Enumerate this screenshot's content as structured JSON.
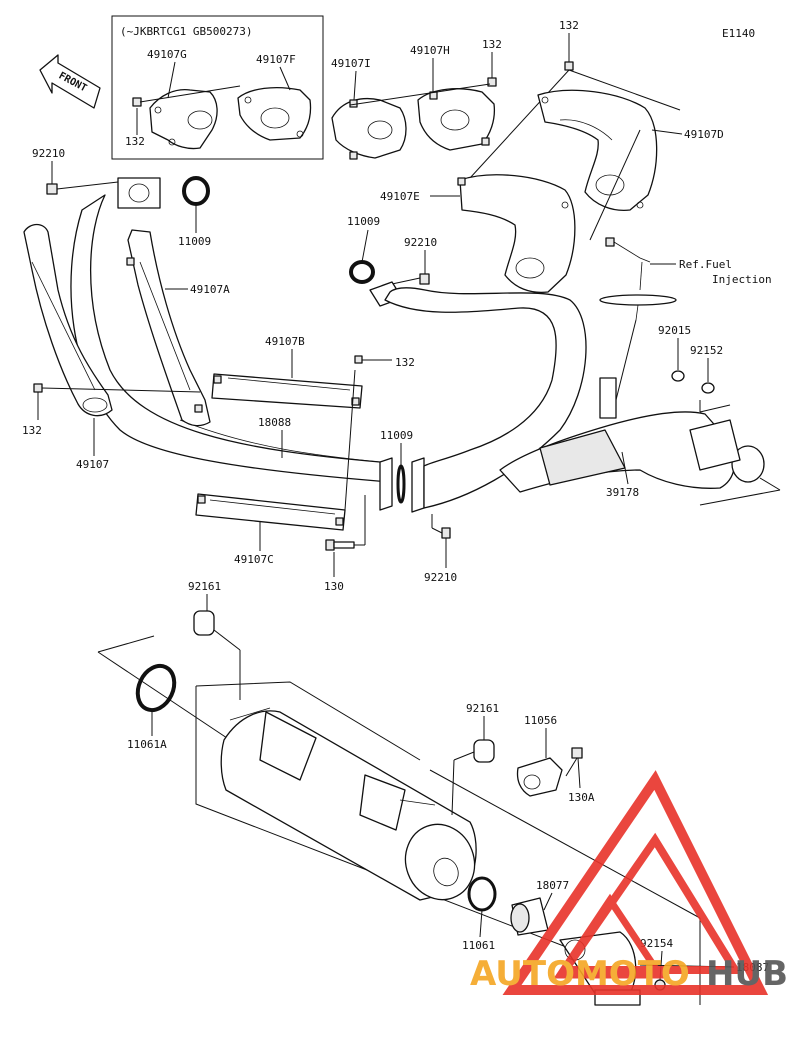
{
  "diagram": {
    "code": "E1140",
    "variant_note": "(~JKBRTCG1 GB500273)",
    "front_label": "FRONT",
    "ref_line1": "Ref.Fuel",
    "ref_line2": "Injection"
  },
  "labels": {
    "p49107G": "49107G",
    "p49107F": "49107F",
    "p132_inset": "132",
    "p49107I": "49107I",
    "p49107H": "49107H",
    "p132_h": "132",
    "p132_top": "132",
    "p49107D": "49107D",
    "p92210_tl": "92210",
    "p11009_tl": "11009",
    "p49107E": "49107E",
    "p11009_mid": "11009",
    "p92210_mid": "92210",
    "p49107A": "49107A",
    "p49107B": "49107B",
    "p132_b": "132",
    "p92015": "92015",
    "p92152": "92152",
    "p132_left": "132",
    "p49107": "49107",
    "p18088": "18088",
    "p11009_low": "11009",
    "p39178": "39178",
    "p49107C": "49107C",
    "p130": "130",
    "p92210_low": "92210",
    "p92161_top": "92161",
    "p11061A": "11061A",
    "p92161_mid": "92161",
    "p11056": "11056",
    "p130A": "130A",
    "p18077": "18077",
    "p11061": "11061",
    "p92154": "92154",
    "p18087": "18087"
  },
  "watermark": {
    "text_part1": "AUTOMOTO",
    "text_part2": "HUB",
    "color_red": "#e8332a",
    "color_orange": "#f5a623",
    "color_gray": "#555555"
  }
}
